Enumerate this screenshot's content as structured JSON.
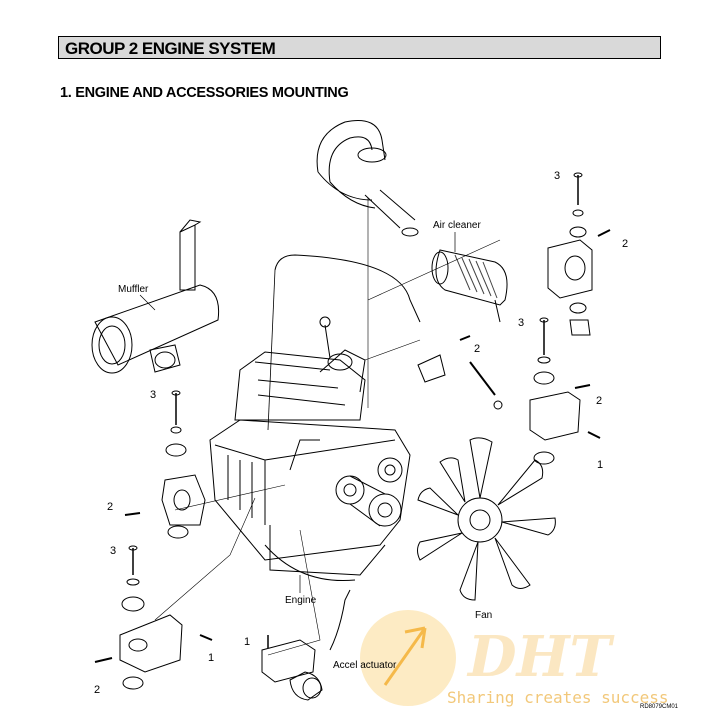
{
  "header": {
    "group_title": "GROUP  2  ENGINE SYSTEM"
  },
  "section": {
    "title": "1. ENGINE AND ACCESSORIES MOUNTING"
  },
  "labels": {
    "muffler": "Muffler",
    "air_cleaner": "Air cleaner",
    "engine": "Engine",
    "fan": "Fan",
    "accel_actuator": "Accel actuator"
  },
  "callouts": {
    "n1": "1",
    "n2": "2",
    "n3": "3"
  },
  "figure_code": "RD8079CM01",
  "watermark": {
    "logo": "DHT",
    "tagline": "Sharing creates success",
    "accent_color": "#f5b94a"
  }
}
